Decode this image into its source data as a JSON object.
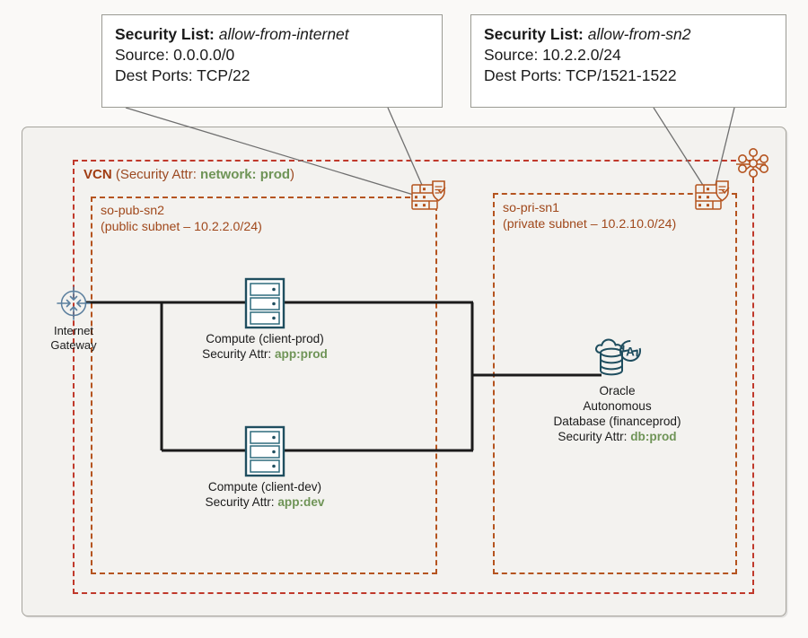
{
  "diagram": {
    "title": "OCI VCN security list diagram",
    "colors": {
      "vcn_border": "#c0392b",
      "subnet_border": "#b5541f",
      "vcn_text": "#a03c12",
      "subnet_text": "#a0481b",
      "security_attr": "#6f9457",
      "wire": "#1b1b1b",
      "icon_network": "#b5541f",
      "icon_compute": "#1f4e5f",
      "canvas": "#f3f2ef",
      "page": "#faf9f7"
    }
  },
  "callouts": [
    {
      "name": "allow-from-internet",
      "label": "Security List:",
      "value": "allow-from-internet",
      "source_line": "Source: 0.0.0.0/0",
      "ports_line": "Dest Ports: TCP/22"
    },
    {
      "name": "allow-from-sn2",
      "label": "Security List:",
      "value": "allow-from-sn2",
      "source_line": "Source: 10.2.2.0/24",
      "ports_line": "Dest Ports: TCP/1521-1522"
    }
  ],
  "vcn": {
    "label": "VCN",
    "attr_prefix": "(Security Attr:",
    "attr_value": "network: prod",
    "attr_suffix": ")"
  },
  "subnets": [
    {
      "name": "so-pub-sn2",
      "detail": "(public subnet – 10.2.2.0/24)"
    },
    {
      "name": "so-pri-sn1",
      "detail": "(private subnet – 10.2.10.0/24)"
    }
  ],
  "nodes": {
    "gateway": {
      "line1": "Internet",
      "line2": "Gateway",
      "icon": "internet-gateway-icon"
    },
    "compute_prod": {
      "line1": "Compute (client-prod)",
      "attr_prefix": "Security Attr:",
      "attr_value": "app:prod",
      "icon": "compute-server-icon"
    },
    "compute_dev": {
      "line1": "Compute (client-dev)",
      "attr_prefix": "Security Attr:",
      "attr_value": "app:dev",
      "icon": "compute-server-icon"
    },
    "database": {
      "line1": "Oracle",
      "line2": "Autonomous",
      "line3": "Database (financeprod)",
      "attr_prefix": "Security Attr:",
      "attr_value": "db:prod",
      "icon": "autonomous-database-icon"
    }
  },
  "icons": {
    "firewall_public": "security-list-firewall-icon",
    "firewall_private": "security-list-firewall-icon",
    "network_mesh": "virtual-cloud-network-icon"
  }
}
